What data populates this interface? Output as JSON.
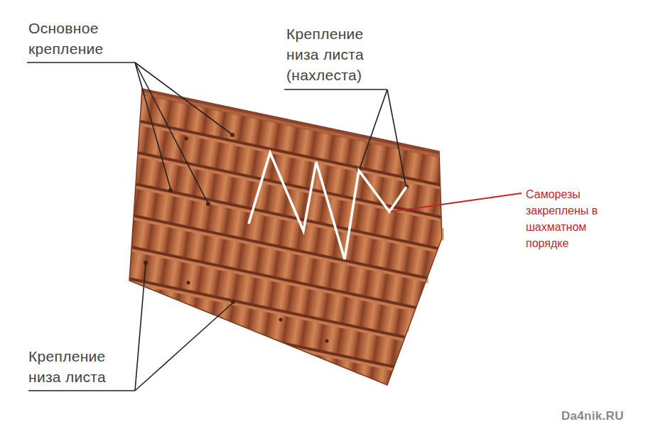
{
  "diagram": {
    "labels": [
      "Основное крепление",
      "Крепление низа листа (нахлеста)",
      "Саморезы закреплены в шахматном порядке",
      "Крепление низа листа",
      "Da4nik.RU"
    ]
  }
}
